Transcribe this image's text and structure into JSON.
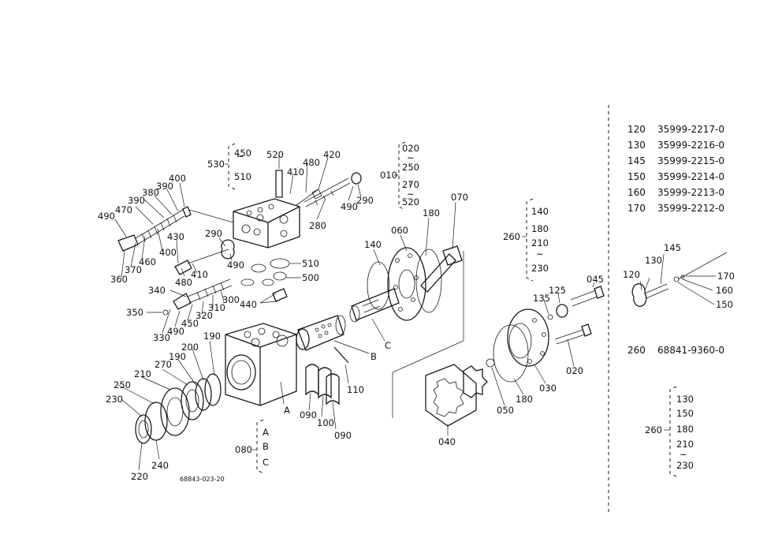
{
  "drawing_code": "68843-023-20",
  "labels": {
    "p450": "450",
    "p530": "530",
    "p510": "510",
    "p520": "520",
    "p410a": "410",
    "p480a": "480",
    "p420": "420",
    "p490a": "490",
    "p290a": "290",
    "p280": "280",
    "p400a": "400",
    "p390a": "390",
    "p380": "380",
    "p390b": "390",
    "p470": "470",
    "p490b": "490",
    "p400b": "400",
    "p460": "460",
    "p370": "370",
    "p360": "360",
    "p430": "430",
    "p480b": "480",
    "p410b": "410",
    "p290b": "290",
    "p490c": "490",
    "p510b": "510",
    "p500": "500",
    "p440": "440",
    "p340": "340",
    "p300": "300",
    "p310": "310",
    "p350": "350",
    "p320": "320",
    "p450b": "450",
    "p490d": "490",
    "p330": "330",
    "p020a": "020",
    "p250a": "250",
    "p270a": "270",
    "p520b": "520",
    "p010": "010",
    "p070": "070",
    "p180a": "180",
    "p060": "060",
    "p140": "140",
    "pC": "C",
    "pB": "B",
    "p110": "110",
    "pA": "A",
    "p190a": "190",
    "p200": "200",
    "p190b": "190",
    "p270b": "270",
    "p210": "210",
    "p250b": "250",
    "p230": "230",
    "p220": "220",
    "p240": "240",
    "p090a": "090",
    "p100": "100",
    "p090b": "090",
    "p080": "080",
    "gA": "A",
    "gB": "B",
    "gC": "C",
    "p140g": "140",
    "p180g": "180",
    "p210g": "210",
    "p230g": "230",
    "p260": "260",
    "p045": "045",
    "p125": "125",
    "p135": "135",
    "p020b": "020",
    "p030": "030",
    "p180b": "180",
    "p050": "050",
    "p040": "040",
    "d120": "120",
    "d130": "130",
    "d145": "145",
    "d170": "170",
    "d160": "160",
    "d150": "150",
    "k130": "130",
    "k150": "150",
    "k180": "180",
    "k210": "210",
    "k230": "230",
    "k260": "260"
  },
  "parts_table": [
    {
      "no": "120",
      "part": "35999-2217-0"
    },
    {
      "no": "130",
      "part": "35999-2216-0"
    },
    {
      "no": "145",
      "part": "35999-2215-0"
    },
    {
      "no": "150",
      "part": "35999-2214-0"
    },
    {
      "no": "160",
      "part": "35999-2213-0"
    },
    {
      "no": "170",
      "part": "35999-2212-0"
    }
  ],
  "kit_row": {
    "no": "260",
    "part": "68841-9360-0"
  }
}
